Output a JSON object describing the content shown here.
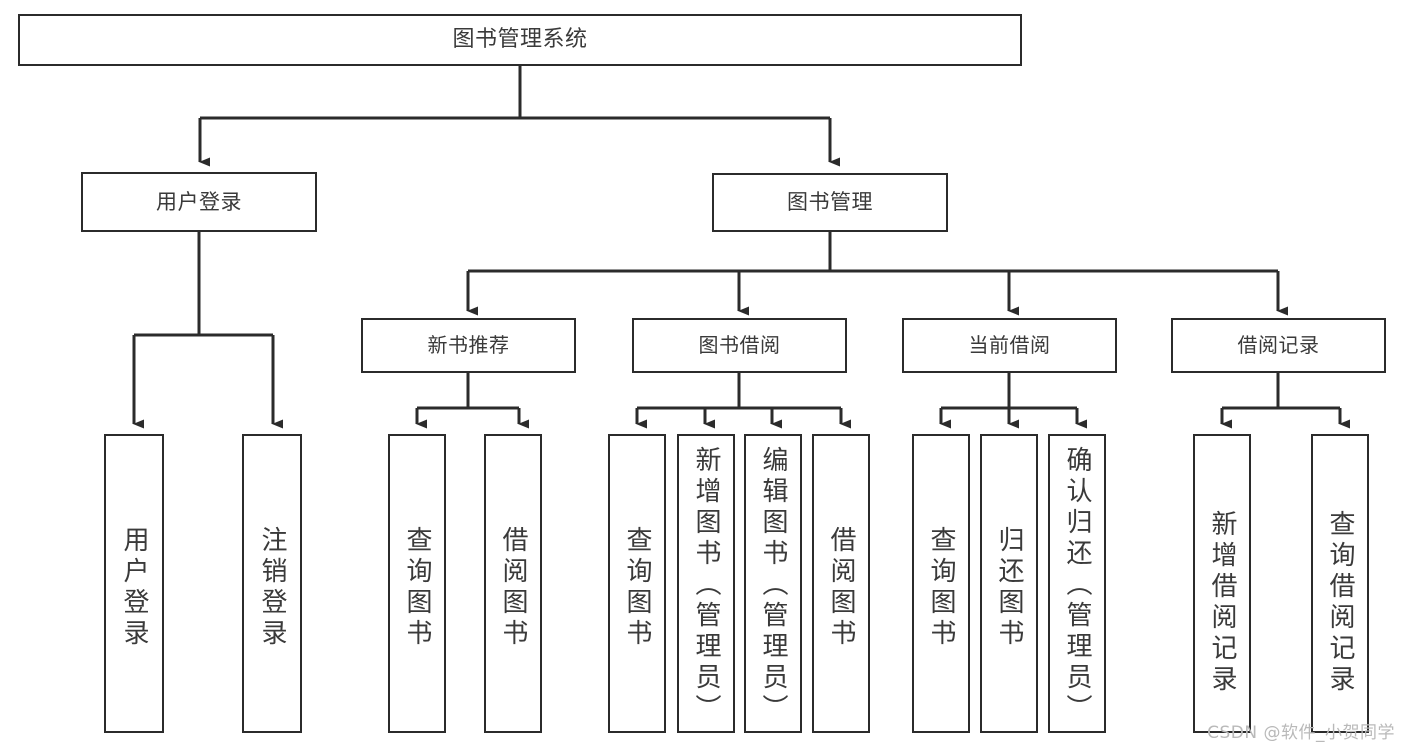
{
  "diagram": {
    "title": "图书管理系统",
    "type": "tree-hierarchy-diagram",
    "root": {
      "label": "图书管理系统"
    },
    "level2": [
      {
        "label": "用户登录"
      },
      {
        "label": "图书管理"
      }
    ],
    "level3": [
      {
        "label": "新书推荐"
      },
      {
        "label": "图书借阅"
      },
      {
        "label": "当前借阅"
      },
      {
        "label": "借阅记录"
      }
    ],
    "leaves": {
      "user_login": [
        {
          "label": "用户登录"
        },
        {
          "label": "注销登录"
        }
      ],
      "new_book_recommend": [
        {
          "label": "查询图书"
        },
        {
          "label": "借阅图书"
        }
      ],
      "book_borrow": [
        {
          "label": "查询图书"
        },
        {
          "label": "新增图书（管理员）"
        },
        {
          "label": "编辑图书（管理员）"
        },
        {
          "label": "借阅图书"
        }
      ],
      "current_borrow": [
        {
          "label": "查询图书"
        },
        {
          "label": "归还图书"
        },
        {
          "label": "确认归还（管理员）"
        }
      ],
      "borrow_record": [
        {
          "label": "新增借阅记录"
        },
        {
          "label": "查询借阅记录"
        }
      ]
    }
  },
  "watermark": {
    "text": "CSDN @软件_小贺同学"
  },
  "colors": {
    "stroke": "#2b2b2b",
    "text": "#3a3a3a",
    "background": "#ffffff",
    "watermark": "#b9b9b9"
  }
}
